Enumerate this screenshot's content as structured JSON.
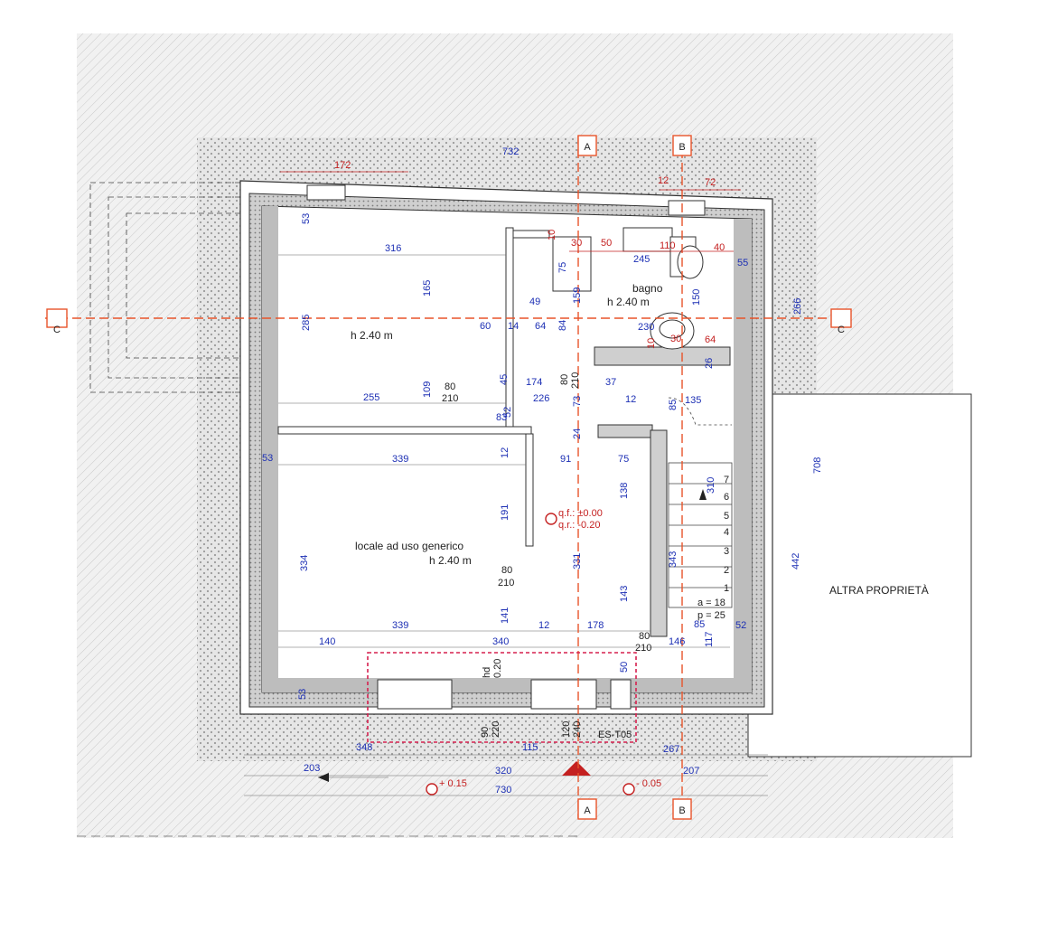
{
  "colors": {
    "dimension_blue": "#1c2fb4",
    "dimension_red": "#c42020",
    "section_line": "#e8542a",
    "wall": "#555555",
    "hatch": "#d9d9d9",
    "highlight": "#d6204f"
  },
  "rooms": [
    {
      "id": "bagno",
      "name": "bagno",
      "height": "h 2.40 m"
    },
    {
      "id": "room-top-left",
      "name": "",
      "height": "h 2.40 m"
    },
    {
      "id": "locale",
      "name": "locale ad uso generico",
      "height": "h 2.40 m"
    }
  ],
  "neighbor_label": "ALTRA PROPRIETÀ",
  "sections": {
    "a": "A",
    "b": "B",
    "c": "C"
  },
  "detail_ref": "ES-T05",
  "levels": {
    "floor_finished": "q.f.: ±0.00",
    "floor_rough": "q.r.: -0.20",
    "ext_left": "+ 0.15",
    "ext_right": "- 0.05"
  },
  "stairs": {
    "steps": [
      "1",
      "2",
      "3",
      "4",
      "5",
      "6",
      "7"
    ],
    "riser": "a = 18",
    "tread": "p = 25"
  },
  "icons": {
    "section_marker": "section-marker-icon",
    "level_marker": "level-marker-icon",
    "north": "entrance-arrow-icon"
  },
  "dims_blue": {
    "d732": "732",
    "d316": "316",
    "d285": "285",
    "d165": "165",
    "d255": "255",
    "d109": "109",
    "d53a": "53",
    "d53b": "53",
    "d53c": "53",
    "d339a": "339",
    "d339b": "339",
    "d334": "334",
    "d140": "140",
    "d340": "340",
    "d60": "60",
    "d14": "14",
    "d64a": "64",
    "d84": "84",
    "d49": "49",
    "d75a": "75",
    "d159": "159",
    "d45": "45",
    "d174": "174",
    "d226": "226",
    "d73": "73",
    "d37": "37",
    "d83": "83",
    "d52a": "52",
    "d12a": "12",
    "d12b": "12",
    "d12c": "12",
    "d24": "24",
    "d91": "91",
    "d75b": "75",
    "d191": "191",
    "d138": "138",
    "d331": "331",
    "d141": "141",
    "d178": "178",
    "d143": "143",
    "d146": "146",
    "d50": "50",
    "d245": "245",
    "d150": "150",
    "d230": "230",
    "d55": "55",
    "d26": "26",
    "d85a": "85",
    "d135": "135",
    "d310": "310",
    "d343": "343",
    "d85b": "85",
    "d117": "117",
    "d52b": "52",
    "d266": "266",
    "d708": "708",
    "d442": "442",
    "d348": "348",
    "d115": "115",
    "d267": "267",
    "d203": "203",
    "d320": "320",
    "d207": "207",
    "d730": "730"
  },
  "dims_red": {
    "r172": "172",
    "r12": "12",
    "r72": "72",
    "r10a": "10",
    "r30a": "30",
    "r50": "50",
    "r110": "110",
    "r40": "40",
    "r10b": "10",
    "r30b": "30",
    "r64": "64"
  },
  "openings": {
    "o1a": "80",
    "o1b": "210",
    "o2a": "80",
    "o2b": "210",
    "o3a": "80",
    "o3b": "210",
    "o4a": "80",
    "o4b": "210",
    "hd": "hd",
    "hd_val": "0.20",
    "w1a": "90",
    "w1b": "220",
    "w2a": "120",
    "w2b": "240"
  }
}
